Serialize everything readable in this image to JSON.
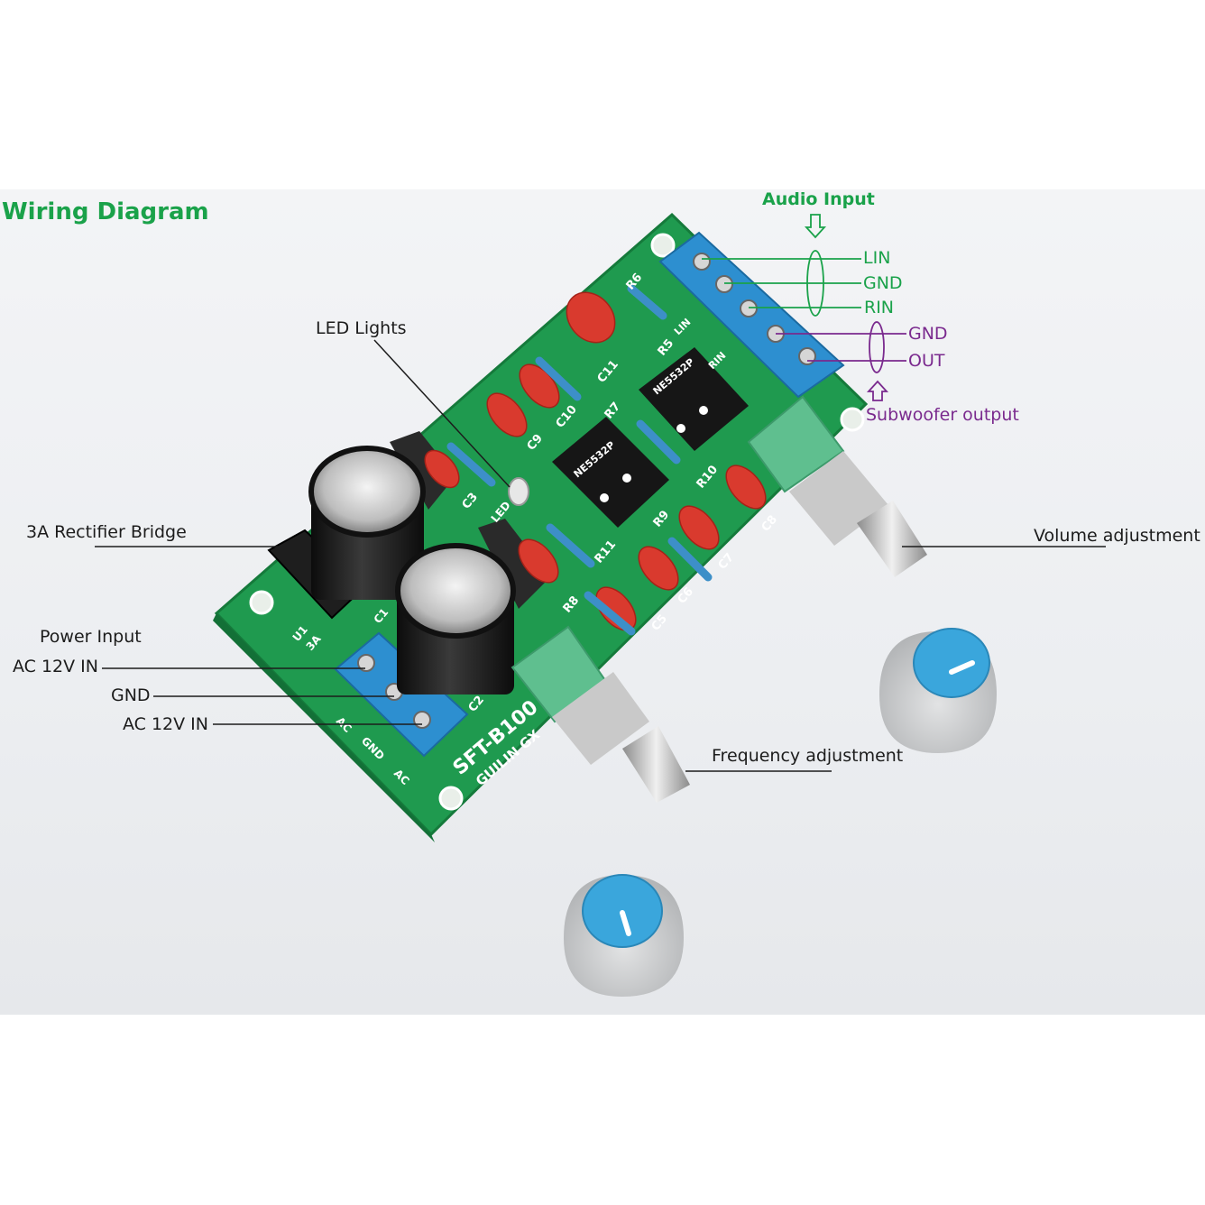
{
  "title": "Wiring Diagram",
  "labels": {
    "audio_input": "Audio Input",
    "lin": "LIN",
    "gnd_in": "GND",
    "rin": "RIN",
    "gnd_out": "GND",
    "out": "OUT",
    "subwoofer_output": "Subwoofer output",
    "led_lights": "LED Lights",
    "rectifier_bridge": "3A Rectifier Bridge",
    "volume_adjustment": "Volume adjustment",
    "power_input": "Power Input",
    "ac_in_1": "AC 12V IN",
    "gnd_power": "GND",
    "ac_in_2": "AC 12V IN",
    "frequency_adjustment": "Frequency adjustment"
  },
  "board": {
    "model": "SFT-B100",
    "maker": "GUILIN GX",
    "silk_ac_1": "AC",
    "silk_gnd": "GND",
    "silk_ac_2": "AC",
    "silk_u1": "U1",
    "silk_3a": "3A",
    "silk_c1": "C1",
    "silk_c2": "C2",
    "silk_led": "LED",
    "silk_lin": "LIN",
    "silk_rin": "RIN",
    "chip_1": "NE5532P",
    "chip_2": "NE5532P",
    "ref_r5": "R5",
    "ref_r6": "R6",
    "ref_r7": "R7",
    "ref_r8": "R8",
    "ref_r9": "R9",
    "ref_r10": "R10",
    "ref_r11": "R11",
    "ref_c3": "C3",
    "ref_c5": "C5",
    "ref_c6": "C6",
    "ref_c7": "C7",
    "ref_c8": "C8",
    "ref_c9": "C9",
    "ref_c10": "C10",
    "ref_c11": "C11"
  },
  "colors": {
    "title_green": "#1aa24a",
    "output_purple": "#7a2a8e",
    "pcb_green": "#1f9a4f",
    "terminal_blue": "#2d8fd0",
    "knob_blue": "#3aa6dc",
    "knob_gray": "#c9cbcd"
  }
}
